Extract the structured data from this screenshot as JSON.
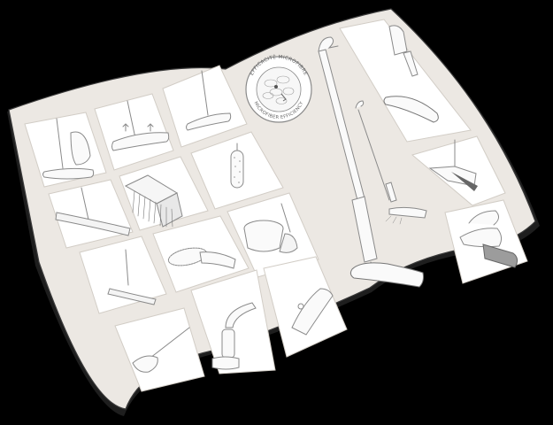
{
  "scene": {
    "description": "Curved instruction sheet / placemat showing microfibre cleaning products",
    "background_color": "#000000",
    "sheet_color": "#ece8e3",
    "panel_color": "#ffffff",
    "panel_border_color": "#d6d2cc",
    "line_color": "#8a8a8a",
    "shadow_color": "#2a2a2a"
  },
  "badge": {
    "top_text": "EFFICACITÉ MICROFIBRE",
    "bottom_text": "MICROFIBER EFFICIENCY"
  },
  "panels": [
    {
      "id": "p1",
      "subject": "dust mop with foot on pad"
    },
    {
      "id": "p2",
      "subject": "dust mop lift pad"
    },
    {
      "id": "p3",
      "subject": "dust mop adjust handle"
    },
    {
      "id": "p4",
      "subject": "squeegee floor"
    },
    {
      "id": "p5",
      "subject": "push broom head"
    },
    {
      "id": "p6",
      "subject": "microfibre duster"
    },
    {
      "id": "p7",
      "subject": "squeegee with telescopic handle"
    },
    {
      "id": "p8",
      "subject": "microfibre hand mitt"
    },
    {
      "id": "p9",
      "subject": "bucket with string mop"
    },
    {
      "id": "p10",
      "subject": "hand vacuuming"
    },
    {
      "id": "p11",
      "subject": "filling spray bottle at tap"
    },
    {
      "id": "p12",
      "subject": "spray trigger in hand"
    },
    {
      "id": "p13",
      "subject": "attaching spray mop reservoir"
    },
    {
      "id": "p14",
      "subject": "folding spray mop head"
    },
    {
      "id": "p15",
      "subject": "attaching microfibre pad"
    }
  ],
  "hero": {
    "large_item": "spray mop",
    "small_item": "spray mop (spraying)"
  }
}
